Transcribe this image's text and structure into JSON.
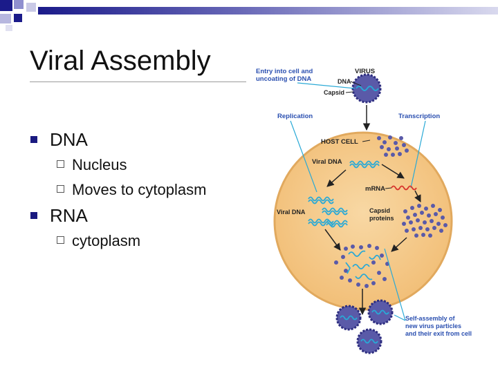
{
  "slide": {
    "title": "Viral Assembly",
    "bullets": [
      {
        "text": "DNA",
        "subs": [
          "Nucleus",
          "Moves to cytoplasm"
        ]
      },
      {
        "text": "RNA",
        "subs": [
          "cytoplasm"
        ]
      }
    ]
  },
  "diagram": {
    "entry_label_1": "Entry into cell and",
    "entry_label_2": "uncoating of DNA",
    "virus_label": "VIRUS",
    "dna_label": "DNA",
    "capsid_label": "Capsid",
    "replication_label": "Replication",
    "transcription_label": "Transcription",
    "host_cell_label": "HOST CELL",
    "viral_dna_label_top": "Viral DNA",
    "mrna_label": "mRNA",
    "viral_dna_label_left": "Viral DNA",
    "capsid_proteins_label_1": "Capsid",
    "capsid_proteins_label_2": "proteins",
    "self_assembly_label_1": "Self-assembly of",
    "self_assembly_label_2": "new virus particles",
    "self_assembly_label_3": "and their exit from cell",
    "colors": {
      "label_blue": "#2a4fb0",
      "cell_fill": "#f5c98a",
      "cell_stroke": "#e1a95e",
      "capsid_purple": "#5a5aa8",
      "dna_cyan": "#29a9d6",
      "mrna_red": "#d8342c"
    }
  }
}
